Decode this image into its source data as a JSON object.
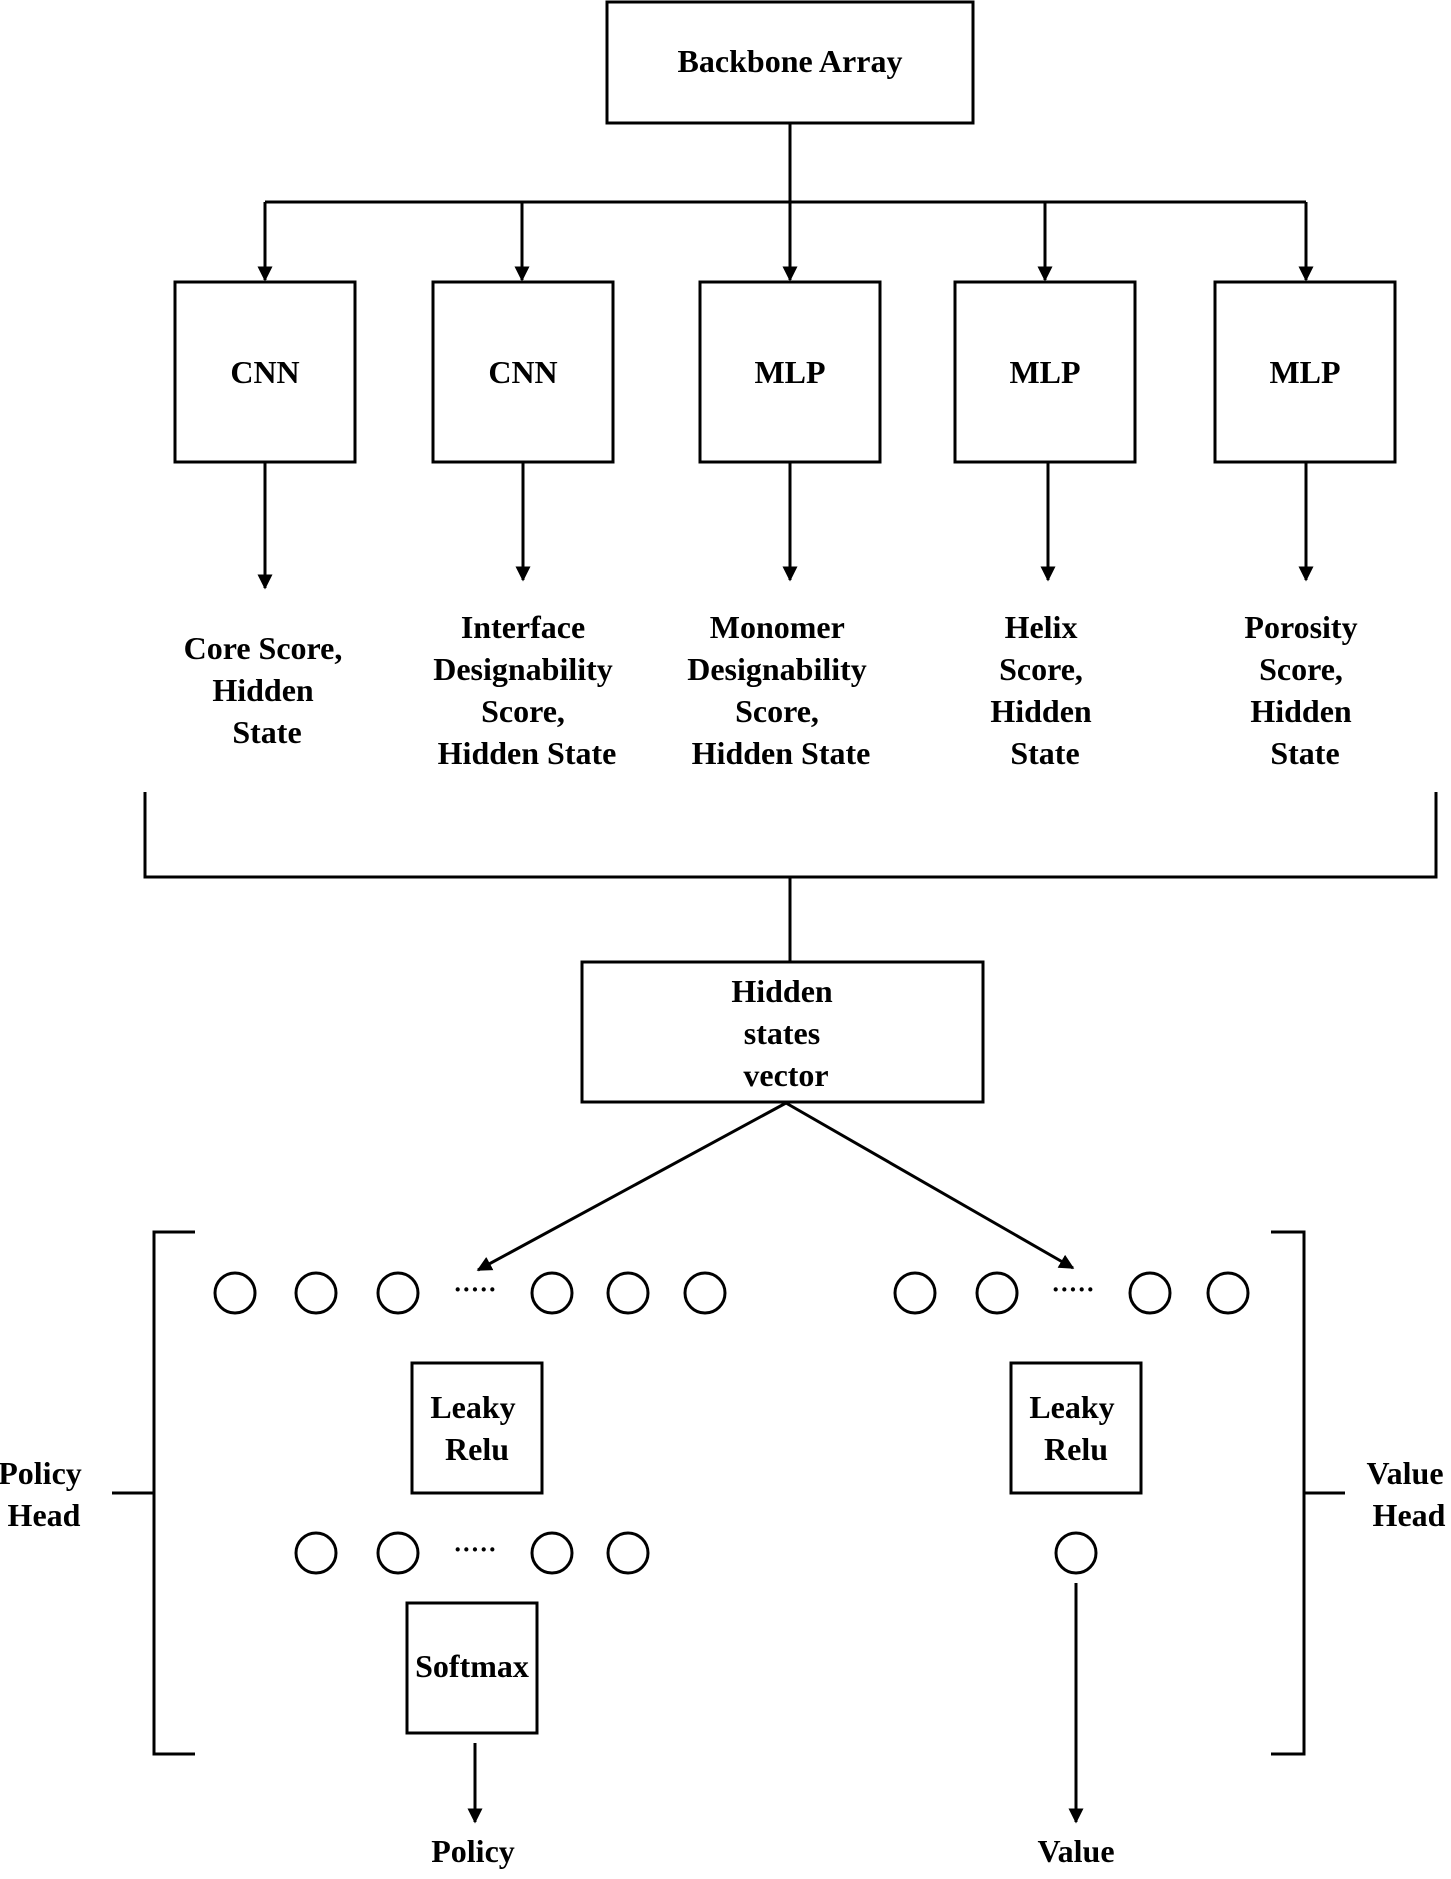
{
  "backbone": {
    "label": "Backbone Array"
  },
  "modules": [
    {
      "label": "CNN",
      "output": [
        "Core Score,",
        "Hidden",
        "State"
      ]
    },
    {
      "label": "CNN",
      "output": [
        "Interface",
        "Designability",
        "Score,",
        "Hidden State"
      ]
    },
    {
      "label": "MLP",
      "output": [
        "Monomer",
        "Designability",
        "Score,",
        "Hidden State"
      ]
    },
    {
      "label": "MLP",
      "output": [
        "Helix",
        "Score,",
        "Hidden",
        "State"
      ]
    },
    {
      "label": "MLP",
      "output": [
        "Porosity",
        "Score,",
        "Hidden",
        "State"
      ]
    }
  ],
  "hidden_vector": {
    "lines": [
      "Hidden",
      "states",
      "vector"
    ]
  },
  "policy_head": {
    "label": [
      "Policy",
      "Head"
    ],
    "activation": [
      "Leaky",
      "Relu"
    ],
    "softmax": "Softmax",
    "output": "Policy"
  },
  "value_head": {
    "label": [
      "Value",
      "Head"
    ],
    "activation": [
      "Leaky",
      "Relu"
    ],
    "output": "Value"
  },
  "ellipsis": "·····"
}
